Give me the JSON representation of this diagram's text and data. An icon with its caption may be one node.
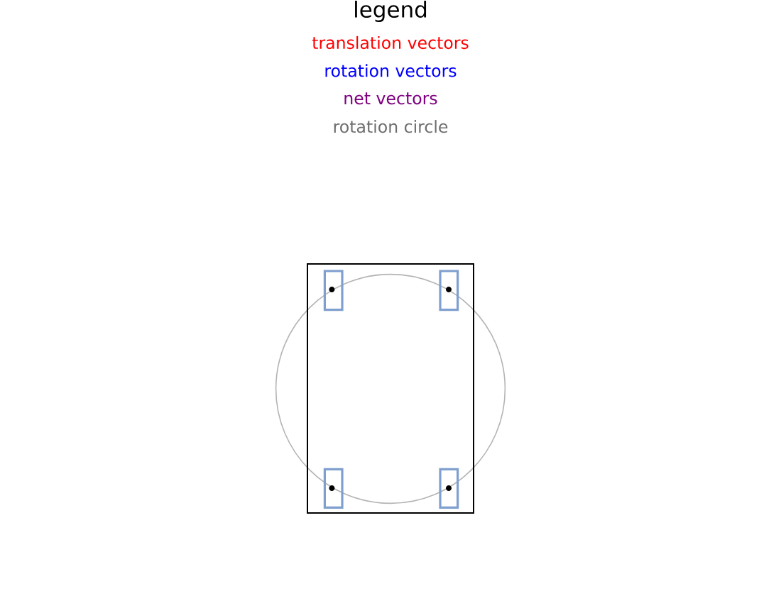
{
  "diagram": {
    "labels": [
      "legend"
    ],
    "legend": [
      {
        "text": "translation vectors",
        "color": "#ff0000"
      },
      {
        "text": "rotation vectors",
        "color": "#0000ff"
      },
      {
        "text": "net vectors",
        "color": "#800080"
      },
      {
        "text": "rotation circle",
        "color": "#6e6e6e"
      }
    ]
  }
}
